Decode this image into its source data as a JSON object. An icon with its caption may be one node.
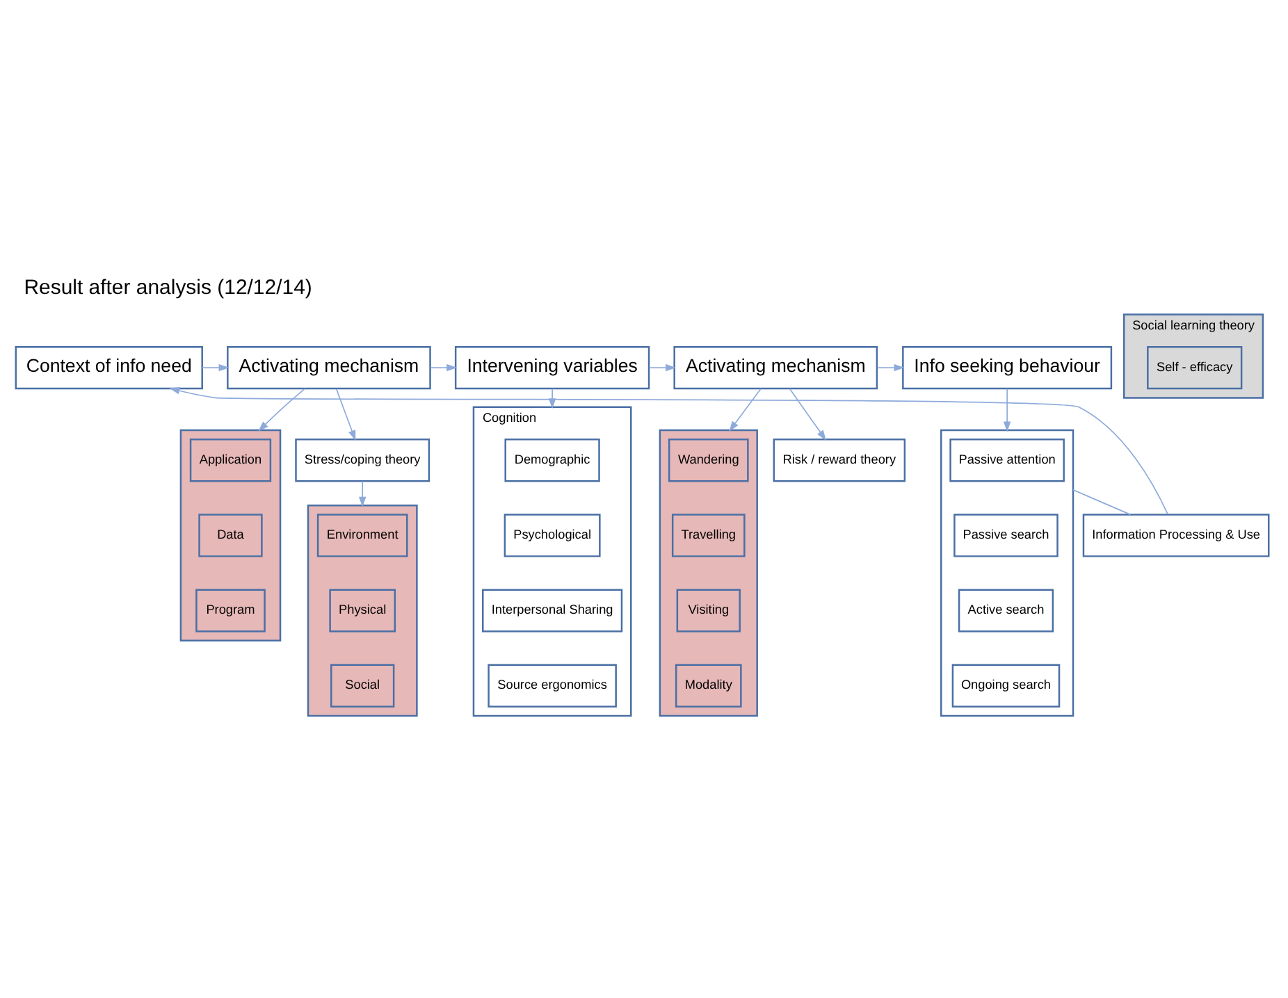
{
  "diagram": {
    "title": "Result after analysis (12/12/14)",
    "nodes": [
      {
        "text": [],
        "shape": "box"
      },
      {
        "text": [
          "Environment"
        ],
        "in": 0
      },
      {
        "text": [
          "Physical"
        ],
        "in": 0
      },
      {
        "text": [
          "Social"
        ],
        "in": 0
      },
      {
        "text": [
          "Stress/coping theory"
        ]
      },
      {
        "text": [],
        "shape": "box"
      },
      {
        "text": [
          "Wandering"
        ],
        "in": 5
      },
      {
        "text": [
          "Travelling"
        ],
        "in": 5
      },
      {
        "text": [
          "Visiting"
        ],
        "in": 5
      },
      {
        "text": [
          "Modality"
        ],
        "in": 5
      },
      {
        "text": [
          "Context of info need"
        ]
      },
      {
        "text": [
          "Activating mechanism"
        ]
      },
      {
        "text": [
          "Intervening variables"
        ]
      },
      {
        "text": [
          "Activating mechanism"
        ]
      },
      {
        "text": [
          "Info seeking behaviour"
        ]
      },
      {
        "text": [],
        "shape": "box"
      },
      {
        "text": [
          "Application"
        ],
        "in": 15
      },
      {
        "text": [
          "Data"
        ],
        "in": 15
      },
      {
        "text": [
          "Program"
        ],
        "in": 15
      },
      {
        "text": [
          "Cognition"
        ]
      },
      {
        "text": [
          "Demographic"
        ],
        "in": 19
      },
      {
        "text": [
          "Psychological"
        ],
        "in": 19
      },
      {
        "text": [
          "Interpersonal Sharing"
        ],
        "in": 19
      },
      {
        "text": [
          "Source ergonomics"
        ],
        "in": 19
      },
      {
        "text": [
          "Risk / reward theory"
        ]
      },
      {
        "text": [
          "Social learning theory"
        ]
      },
      {
        "text": [
          "Self - efficacy"
        ],
        "in": 25
      },
      {
        "text": [],
        "shape": "box"
      },
      {
        "text": [
          "Passive attention"
        ],
        "in": 27
      },
      {
        "text": [
          "Passive search"
        ],
        "in": 27
      },
      {
        "text": [
          "Active search"
        ],
        "in": 27
      },
      {
        "text": [
          "Ongoing search"
        ],
        "in": 27
      },
      {
        "text": [
          "Information Processing & Use"
        ]
      }
    ],
    "edges": [
      {
        "from": 10,
        "to": 11,
        "arrow": "to"
      },
      {
        "from": 11,
        "to": 12,
        "arrow": "to"
      },
      {
        "from": 12,
        "to": 13,
        "arrow": "to"
      },
      {
        "from": 13,
        "to": 14,
        "arrow": "to"
      },
      {
        "from": 11,
        "to": 4,
        "arrow": "to"
      },
      {
        "from": 4,
        "to": 0,
        "arrow": "to"
      },
      {
        "from": 11,
        "to": 15,
        "arrow": "to"
      },
      {
        "from": 12,
        "to": 19,
        "arrow": "to"
      },
      {
        "from": 13,
        "to": 5,
        "arrow": "to"
      },
      {
        "from": 13,
        "to": 24,
        "arrow": "to"
      },
      {
        "from": 14,
        "to": 27,
        "arrow": "to"
      },
      {
        "from": 27,
        "to": 32,
        "arrow": "none"
      },
      {
        "from": 32,
        "to": 10,
        "arrow": "to"
      }
    ]
  }
}
